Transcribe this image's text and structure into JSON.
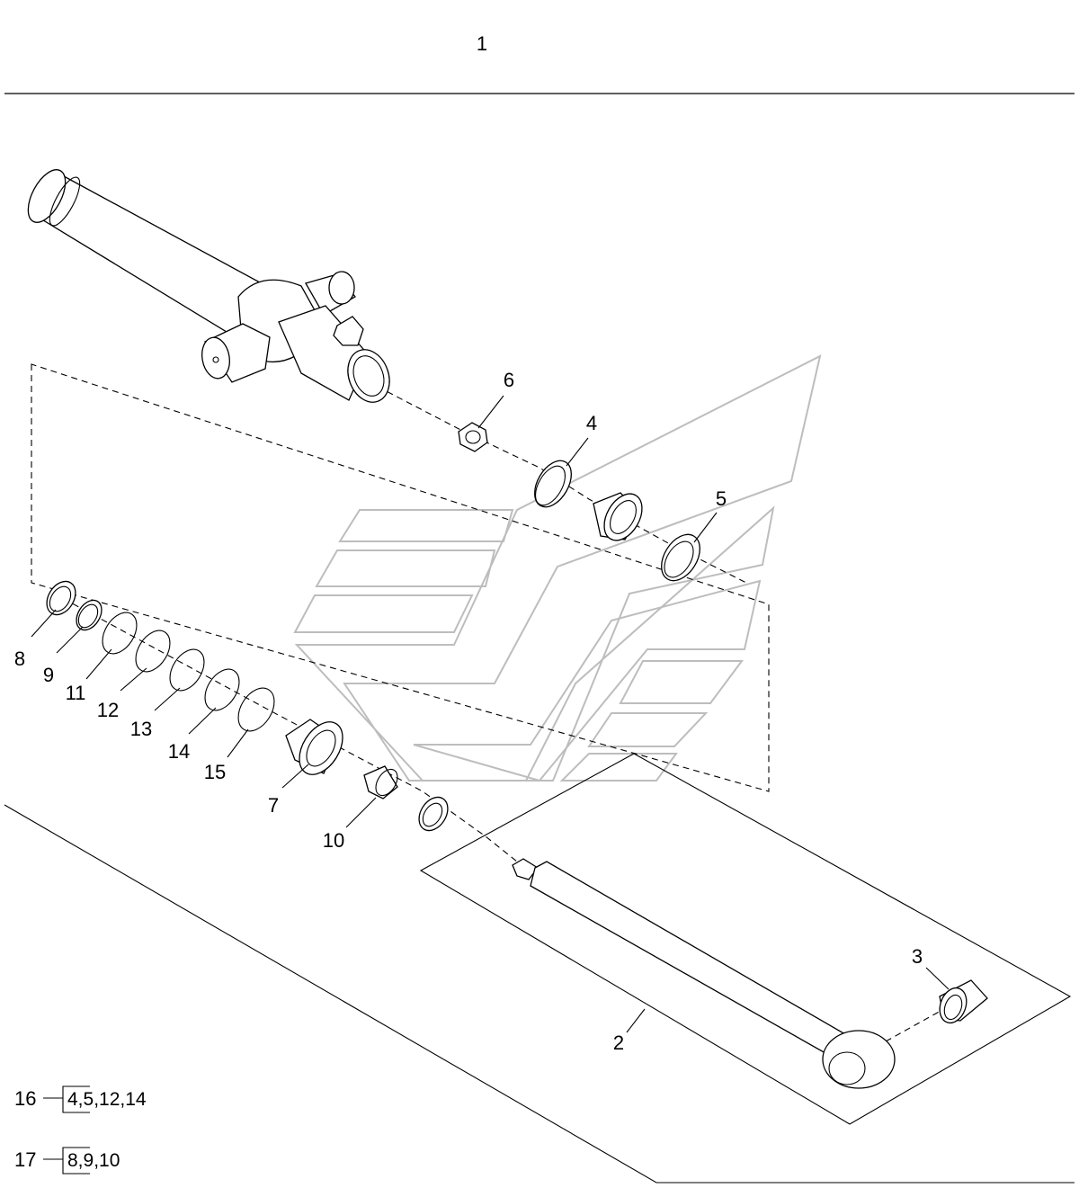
{
  "header": {
    "assembly_number": "1"
  },
  "callouts": [
    {
      "id": "c1",
      "label": "1"
    },
    {
      "id": "c2",
      "label": "2"
    },
    {
      "id": "c3",
      "label": "3"
    },
    {
      "id": "c4",
      "label": "4"
    },
    {
      "id": "c5",
      "label": "5"
    },
    {
      "id": "c6",
      "label": "6"
    },
    {
      "id": "c7",
      "label": "7"
    },
    {
      "id": "c8",
      "label": "8"
    },
    {
      "id": "c9",
      "label": "9"
    },
    {
      "id": "c10",
      "label": "10"
    },
    {
      "id": "c11",
      "label": "11"
    },
    {
      "id": "c12",
      "label": "12"
    },
    {
      "id": "c13",
      "label": "13"
    },
    {
      "id": "c14",
      "label": "14"
    },
    {
      "id": "c15",
      "label": "15"
    }
  ],
  "kits": [
    {
      "number": "16",
      "contents": "4,5,12,14"
    },
    {
      "number": "17",
      "contents": "8,9,10"
    }
  ]
}
